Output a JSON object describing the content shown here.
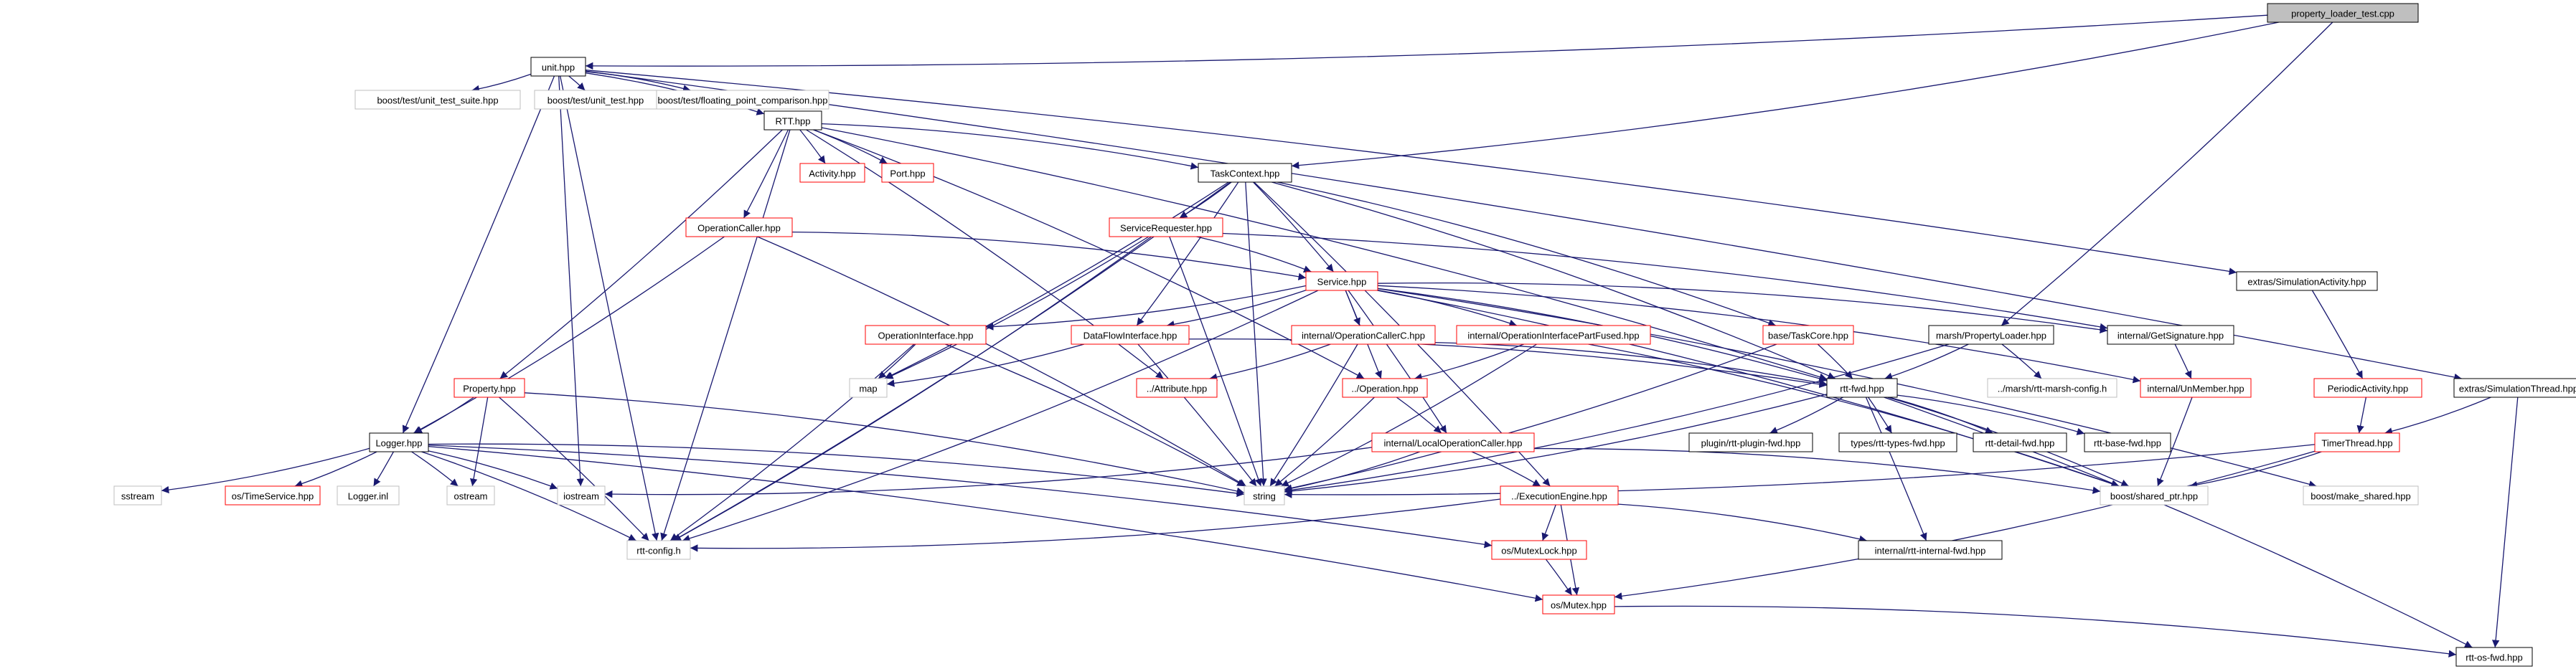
{
  "styles": {
    "root": {
      "fill": "#bfbfbf",
      "stroke": "#000000",
      "text": "#000000"
    },
    "normal": {
      "fill": "#ffffff",
      "stroke": "#000000",
      "text": "#000000"
    },
    "red": {
      "fill": "#ffffff",
      "stroke": "#ff0000",
      "text": "#000000"
    },
    "external": {
      "fill": "#ffffff",
      "stroke": "#bfbfbf",
      "text": "#000000"
    },
    "edge_color": "#191970"
  },
  "nodes": [
    {
      "id": "property_loader_test",
      "label": "property_loader_test.cpp",
      "style": "root"
    },
    {
      "id": "unit",
      "label": "unit.hpp",
      "style": "normal"
    },
    {
      "id": "unit_test_suite",
      "label": "boost/test/unit_test_suite.hpp",
      "style": "external"
    },
    {
      "id": "unit_test",
      "label": "boost/test/unit_test.hpp",
      "style": "external"
    },
    {
      "id": "fp_comparison",
      "label": "boost/test/floating_point_comparison.hpp",
      "style": "external"
    },
    {
      "id": "rtt",
      "label": "RTT.hpp",
      "style": "normal"
    },
    {
      "id": "activity",
      "label": "Activity.hpp",
      "style": "red"
    },
    {
      "id": "port",
      "label": "Port.hpp",
      "style": "red"
    },
    {
      "id": "taskcontext",
      "label": "TaskContext.hpp",
      "style": "normal"
    },
    {
      "id": "operationcaller",
      "label": "OperationCaller.hpp",
      "style": "red"
    },
    {
      "id": "servicerequester",
      "label": "ServiceRequester.hpp",
      "style": "red"
    },
    {
      "id": "service",
      "label": "Service.hpp",
      "style": "red"
    },
    {
      "id": "simactivity",
      "label": "extras/SimulationActivity.hpp",
      "style": "normal"
    },
    {
      "id": "operationinterface",
      "label": "OperationInterface.hpp",
      "style": "red"
    },
    {
      "id": "dataflowinterface",
      "label": "DataFlowInterface.hpp",
      "style": "red"
    },
    {
      "id": "opcallerc",
      "label": "internal/OperationCallerC.hpp",
      "style": "red"
    },
    {
      "id": "opifpartfused",
      "label": "internal/OperationInterfacePartFused.hpp",
      "style": "red"
    },
    {
      "id": "taskcore",
      "label": "base/TaskCore.hpp",
      "style": "red"
    },
    {
      "id": "propertyloader",
      "label": "marsh/PropertyLoader.hpp",
      "style": "normal"
    },
    {
      "id": "getsignature",
      "label": "internal/GetSignature.hpp",
      "style": "normal"
    },
    {
      "id": "periodicactivity",
      "label": "PeriodicActivity.hpp",
      "style": "red"
    },
    {
      "id": "simthread",
      "label": "extras/SimulationThread.hpp",
      "style": "normal"
    },
    {
      "id": "property",
      "label": "Property.hpp",
      "style": "red"
    },
    {
      "id": "map",
      "label": "map",
      "style": "external"
    },
    {
      "id": "attribute",
      "label": "../Attribute.hpp",
      "style": "red"
    },
    {
      "id": "operation",
      "label": "../Operation.hpp",
      "style": "red"
    },
    {
      "id": "rttfwd",
      "label": "rtt-fwd.hpp",
      "style": "normal"
    },
    {
      "id": "marshconfig",
      "label": "../marsh/rtt-marsh-config.h",
      "style": "external"
    },
    {
      "id": "unmember",
      "label": "internal/UnMember.hpp",
      "style": "red"
    },
    {
      "id": "logger",
      "label": "Logger.hpp",
      "style": "normal"
    },
    {
      "id": "localopcaller",
      "label": "internal/LocalOperationCaller.hpp",
      "style": "red"
    },
    {
      "id": "pluginfwd",
      "label": "plugin/rtt-plugin-fwd.hpp",
      "style": "normal"
    },
    {
      "id": "typesfwd",
      "label": "types/rtt-types-fwd.hpp",
      "style": "normal"
    },
    {
      "id": "detailfwd",
      "label": "rtt-detail-fwd.hpp",
      "style": "normal"
    },
    {
      "id": "basefwd",
      "label": "rtt-base-fwd.hpp",
      "style": "normal"
    },
    {
      "id": "timethread",
      "label": "TimerThread.hpp",
      "style": "red"
    },
    {
      "id": "sstream",
      "label": "sstream",
      "style": "external"
    },
    {
      "id": "timeservice",
      "label": "os/TimeService.hpp",
      "style": "red"
    },
    {
      "id": "loggerinl",
      "label": "Logger.inl",
      "style": "external"
    },
    {
      "id": "ostream",
      "label": "ostream",
      "style": "external"
    },
    {
      "id": "iostream",
      "label": "iostream",
      "style": "external"
    },
    {
      "id": "string",
      "label": "string",
      "style": "external"
    },
    {
      "id": "sharedptr",
      "label": "boost/shared_ptr.hpp",
      "style": "external"
    },
    {
      "id": "makeshared",
      "label": "boost/make_shared.hpp",
      "style": "external"
    },
    {
      "id": "execengine",
      "label": "../ExecutionEngine.hpp",
      "style": "red"
    },
    {
      "id": "rttconfig",
      "label": "rtt-config.h",
      "style": "external"
    },
    {
      "id": "mutexlock",
      "label": "os/MutexLock.hpp",
      "style": "red"
    },
    {
      "id": "internalfwd",
      "label": "internal/rtt-internal-fwd.hpp",
      "style": "normal"
    },
    {
      "id": "mutex",
      "label": "os/Mutex.hpp",
      "style": "red"
    },
    {
      "id": "osfwd",
      "label": "rtt-os-fwd.hpp",
      "style": "normal"
    }
  ],
  "edges": [
    [
      "property_loader_test",
      "unit"
    ],
    [
      "property_loader_test",
      "taskcontext"
    ],
    [
      "property_loader_test",
      "propertyloader"
    ],
    [
      "unit",
      "unit_test_suite"
    ],
    [
      "unit",
      "unit_test"
    ],
    [
      "unit",
      "fp_comparison"
    ],
    [
      "unit",
      "rtt"
    ],
    [
      "unit",
      "logger"
    ],
    [
      "unit",
      "iostream"
    ],
    [
      "unit",
      "rttconfig"
    ],
    [
      "unit",
      "simactivity"
    ],
    [
      "unit",
      "simthread"
    ],
    [
      "rtt",
      "activity"
    ],
    [
      "rtt",
      "port"
    ],
    [
      "rtt",
      "taskcontext"
    ],
    [
      "rtt",
      "operationcaller"
    ],
    [
      "rtt",
      "property"
    ],
    [
      "rtt",
      "rttconfig"
    ],
    [
      "rtt",
      "attribute"
    ],
    [
      "rtt",
      "operation"
    ],
    [
      "rtt",
      "rttfwd"
    ],
    [
      "taskcontext",
      "servicerequester"
    ],
    [
      "taskcontext",
      "service"
    ],
    [
      "taskcontext",
      "dataflowinterface"
    ],
    [
      "taskcontext",
      "taskcore"
    ],
    [
      "taskcontext",
      "rttconfig"
    ],
    [
      "taskcontext",
      "string"
    ],
    [
      "taskcontext",
      "map"
    ],
    [
      "taskcontext",
      "execengine"
    ],
    [
      "taskcontext",
      "rttfwd"
    ],
    [
      "operationcaller",
      "service"
    ],
    [
      "operationcaller",
      "logger"
    ],
    [
      "operationcaller",
      "string"
    ],
    [
      "servicerequester",
      "service"
    ],
    [
      "servicerequester",
      "rttconfig"
    ],
    [
      "servicerequester",
      "string"
    ],
    [
      "servicerequester",
      "map"
    ],
    [
      "servicerequester",
      "getsignature"
    ],
    [
      "service",
      "operationinterface"
    ],
    [
      "service",
      "dataflowinterface"
    ],
    [
      "service",
      "opcallerc"
    ],
    [
      "service",
      "opifpartfused"
    ],
    [
      "service",
      "getsignature"
    ],
    [
      "service",
      "unmember"
    ],
    [
      "service",
      "rttfwd"
    ],
    [
      "service",
      "sharedptr"
    ],
    [
      "service",
      "makeshared"
    ],
    [
      "service",
      "localopcaller"
    ],
    [
      "service",
      "operation"
    ],
    [
      "service",
      "rttconfig"
    ],
    [
      "simactivity",
      "periodicactivity"
    ],
    [
      "periodicactivity",
      "timethread"
    ],
    [
      "simthread",
      "timethread"
    ],
    [
      "simthread",
      "osfwd"
    ],
    [
      "operationinterface",
      "map"
    ],
    [
      "operationinterface",
      "string"
    ],
    [
      "operationinterface",
      "rttconfig"
    ],
    [
      "dataflowinterface",
      "map"
    ],
    [
      "dataflowinterface",
      "string"
    ],
    [
      "dataflowinterface",
      "rttfwd"
    ],
    [
      "opcallerc",
      "attribute"
    ],
    [
      "opcallerc",
      "string"
    ],
    [
      "opcallerc",
      "rttfwd"
    ],
    [
      "opifpartfused",
      "operation"
    ],
    [
      "opifpartfused",
      "string"
    ],
    [
      "opifpartfused",
      "sharedptr"
    ],
    [
      "taskcore",
      "rttfwd"
    ],
    [
      "taskcore",
      "string"
    ],
    [
      "propertyloader",
      "rttfwd"
    ],
    [
      "propertyloader",
      "marshconfig"
    ],
    [
      "propertyloader",
      "string"
    ],
    [
      "getsignature",
      "unmember"
    ],
    [
      "unmember",
      "sharedptr"
    ],
    [
      "property",
      "logger"
    ],
    [
      "property",
      "ostream"
    ],
    [
      "property",
      "rttconfig"
    ],
    [
      "property",
      "string"
    ],
    [
      "operation",
      "localopcaller"
    ],
    [
      "operation",
      "string"
    ],
    [
      "localopcaller",
      "iostream"
    ],
    [
      "localopcaller",
      "string"
    ],
    [
      "localopcaller",
      "execengine"
    ],
    [
      "localopcaller",
      "sharedptr"
    ],
    [
      "rttfwd",
      "pluginfwd"
    ],
    [
      "rttfwd",
      "typesfwd"
    ],
    [
      "rttfwd",
      "detailfwd"
    ],
    [
      "rttfwd",
      "basefwd"
    ],
    [
      "rttfwd",
      "sharedptr"
    ],
    [
      "rttfwd",
      "internalfwd"
    ],
    [
      "rttfwd",
      "string"
    ],
    [
      "rttfwd",
      "osfwd"
    ],
    [
      "timethread",
      "string"
    ],
    [
      "timethread",
      "sharedptr"
    ],
    [
      "timethread",
      "mutex"
    ],
    [
      "logger",
      "sstream"
    ],
    [
      "logger",
      "timeservice"
    ],
    [
      "logger",
      "loggerinl"
    ],
    [
      "logger",
      "ostream"
    ],
    [
      "logger",
      "iostream"
    ],
    [
      "logger",
      "string"
    ],
    [
      "logger",
      "rttconfig"
    ],
    [
      "logger",
      "mutexlock"
    ],
    [
      "logger",
      "mutex"
    ],
    [
      "execengine",
      "rttconfig"
    ],
    [
      "execengine",
      "mutexlock"
    ],
    [
      "execengine",
      "internalfwd"
    ],
    [
      "execengine",
      "mutex"
    ],
    [
      "mutexlock",
      "mutex"
    ],
    [
      "mutex",
      "osfwd"
    ]
  ]
}
